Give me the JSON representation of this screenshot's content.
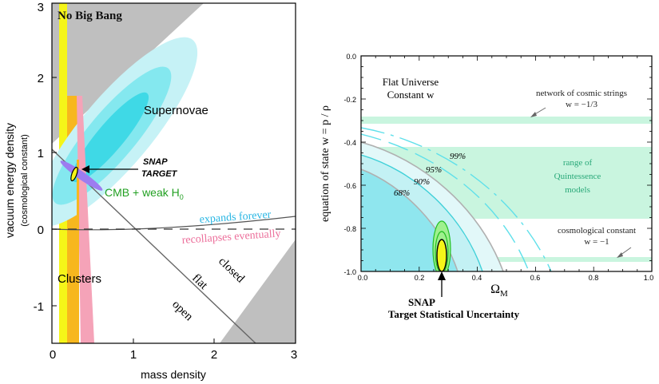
{
  "chart_data": [
    {
      "type": "contour",
      "xlabel": "mass density",
      "ylabel": "vacuum energy density",
      "ylabel_sub": "(cosmological constant)",
      "xlim": [
        0,
        3
      ],
      "ylim": [
        -1.5,
        3
      ],
      "xticks": [
        "0",
        "1",
        "2",
        "3"
      ],
      "yticks": [
        "-1",
        "0",
        "1",
        "2",
        "3"
      ],
      "grid": false,
      "regions": {
        "no_big_bang": "No Big Bang",
        "supernovae": "Supernovae",
        "clusters": "Clusters",
        "cmb": "CMB + weak H",
        "cmb_sub": "0",
        "snap_1": "SNAP",
        "snap_2": "TARGET"
      },
      "lines": {
        "expands": "expands forever",
        "recollapses": "recollapses eventually",
        "closed": "closed",
        "flat": "flat",
        "open": "open"
      },
      "colors": {
        "gray": "#bfbfbf",
        "cyan_light": "#c6f2f6",
        "cyan_mid": "#84e8ef",
        "cyan_dark": "#3fd9e6",
        "yellow": "#f5f519",
        "orange": "#f7b71e",
        "pink": "#f5a3b8",
        "purple": "#9d7cf0",
        "green_text": "#22a022",
        "expands_text": "#29b6e3",
        "recollapse_text": "#ec6f9b"
      }
    },
    {
      "type": "contour",
      "xlabel": "Ω",
      "xlabel_sub": "M",
      "ylabel": "equation of state   w = p / ρ",
      "xlim": [
        0.0,
        1.0
      ],
      "ylim": [
        -1.0,
        0.0
      ],
      "xticks": [
        "0.0",
        "0.2",
        "0.4",
        "0.6",
        "0.8",
        "1.0"
      ],
      "yticks": [
        "0.0",
        "-0.2",
        "-0.4",
        "-0.6",
        "-0.8",
        "-1.0"
      ],
      "title_1": "Flat Universe",
      "title_2": "Constant w",
      "strings_1": "network of cosmic strings",
      "strings_2": "w = −1/3",
      "quint_1": "range of",
      "quint_2": "Quintessence",
      "quint_3": "models",
      "cc_1": "cosmological constant",
      "cc_2": "w = −1",
      "contours": [
        "99%",
        "95%",
        "90%",
        "68%"
      ],
      "snap_1": "SNAP",
      "snap_2": "Target Statistical Uncertainty",
      "colors": {
        "band": "#c9f5df",
        "band_text": "#28a878",
        "contour_fill": "#aef0f3",
        "contour_line": "#5fe0ea",
        "snap_yellow": "#f5f519",
        "snap_green": "#22c022"
      }
    }
  ]
}
